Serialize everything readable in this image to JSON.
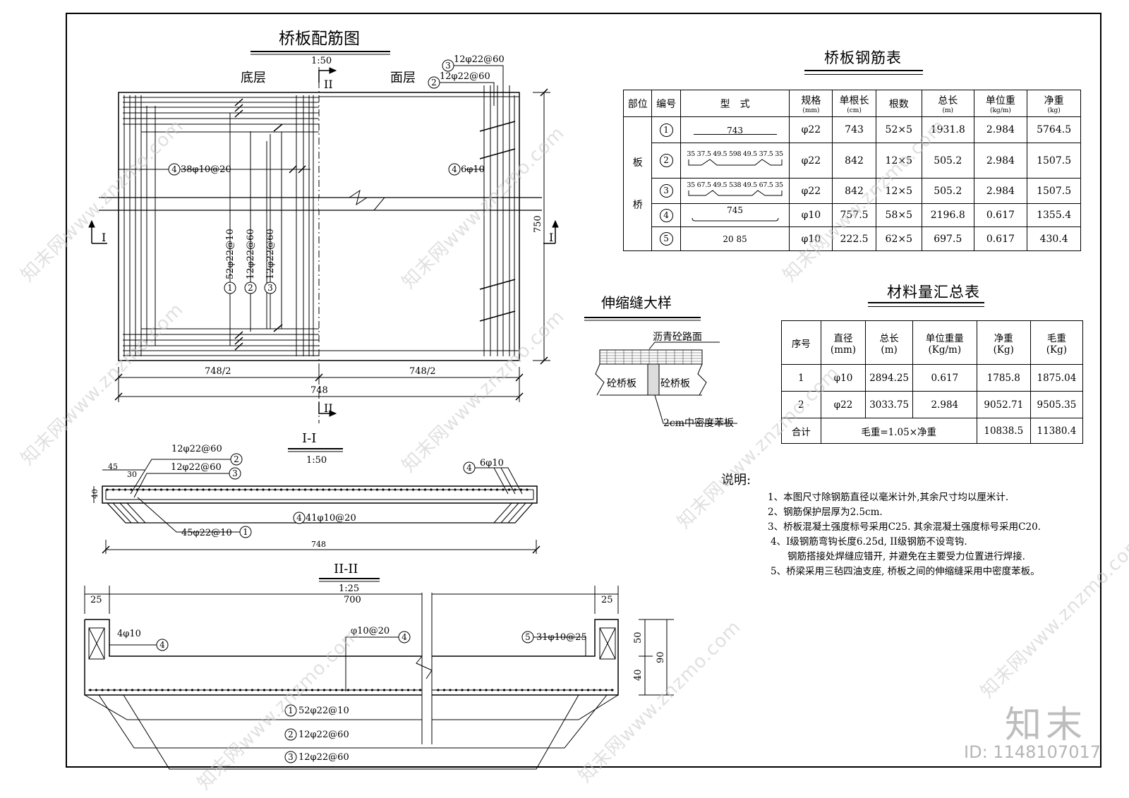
{
  "drawing": {
    "plan": {
      "title": "桥板配筋图",
      "scale": "1:50",
      "bottom_layer": "底层",
      "top_layer": "面层",
      "section_mark_I": "I",
      "section_mark_II": "II",
      "label_a": "12φ22@60",
      "label_b": "12φ22@60",
      "label_c": "38φ10@20",
      "label_d": "6φ10",
      "label_v1": "52φ22@10",
      "label_v2": "12φ22@60",
      "label_v3": "12φ22@60",
      "num1": "1",
      "num2": "2",
      "num3": "3",
      "num4": "4",
      "dim_half_left": "748/2",
      "dim_half_right": "748/2",
      "dim_total": "748",
      "dim_height": "750"
    },
    "section1": {
      "title": "I-I",
      "scale": "1:50",
      "label_top1": "12φ22@60",
      "label_top2": "12φ22@60",
      "label_bot1": "45φ22@10",
      "label_mid": "41φ10@20",
      "label_right": "6φ10",
      "dim_45": "45",
      "dim_30": "30",
      "dim_40": "40",
      "dim_748": "748"
    },
    "section2": {
      "title": "II-II",
      "scale": "1:25",
      "dim_25a": "25",
      "dim_700": "700",
      "dim_25b": "25",
      "dim_50": "50",
      "dim_40": "40",
      "dim_90": "90",
      "label_left": "4φ10",
      "label_mid": "φ10@20",
      "label_right": "31φ10@25",
      "label_b1": "52φ22@10",
      "label_b2": "12φ22@60",
      "label_b3": "12φ22@60"
    },
    "joint": {
      "title": "伸缩缝大样",
      "asphalt": "沥青砼路面",
      "slab_left": "砼桥板",
      "slab_right": "砼桥板",
      "board": "2cm中密度苯板"
    }
  },
  "rebar_table": {
    "title": "桥板钢筋表",
    "headers": [
      "部位",
      "编号",
      "型　式",
      "规格",
      "单根长",
      "根数",
      "总长",
      "单位重",
      "净重"
    ],
    "units": [
      "",
      "",
      "",
      "(mm)",
      "(cm)",
      "",
      "(m)",
      "(kg/m)",
      "(kg)"
    ],
    "part_chars": [
      "板",
      "桥"
    ],
    "rows": [
      {
        "no": "1",
        "shape": "743",
        "spec": "φ22",
        "len": "743",
        "count": "52×5",
        "total": "1931.8",
        "unit_w": "2.984",
        "net": "5764.5"
      },
      {
        "no": "2",
        "shape": "35 37.5 49.5 598 49.5 37.5 35",
        "spec": "φ22",
        "len": "842",
        "count": "12×5",
        "total": "505.2",
        "unit_w": "2.984",
        "net": "1507.5"
      },
      {
        "no": "3",
        "shape": "35 67.5 49.5 538 49.5 67.5 35",
        "spec": "φ22",
        "len": "842",
        "count": "12×5",
        "total": "505.2",
        "unit_w": "2.984",
        "net": "1507.5"
      },
      {
        "no": "4",
        "shape": "745",
        "spec": "φ10",
        "len": "757.5",
        "count": "58×5",
        "total": "2196.8",
        "unit_w": "0.617",
        "net": "1355.4"
      },
      {
        "no": "5",
        "shape": "20 85",
        "spec": "φ10",
        "len": "222.5",
        "count": "62×5",
        "total": "697.5",
        "unit_w": "0.617",
        "net": "430.4"
      }
    ]
  },
  "material_table": {
    "title": "材料量汇总表",
    "headers": [
      "序号",
      "直径\n(mm)",
      "总长\n(m)",
      "单位重量\n(Kg/m)",
      "净重\n(Kg)",
      "毛重\n(Kg)"
    ],
    "rows": [
      {
        "no": "1",
        "dia": "φ10",
        "len": "2894.25",
        "unit_w": "0.617",
        "net": "1785.8",
        "gross": "1875.04"
      },
      {
        "no": "2",
        "dia": "φ22",
        "len": "3033.75",
        "unit_w": "2.984",
        "net": "9052.71",
        "gross": "9505.35"
      }
    ],
    "total_label": "合计",
    "total_formula": "毛重=1.05×净重",
    "total_net": "10838.5",
    "total_gross": "11380.4"
  },
  "notes": {
    "heading": "说明:",
    "items": [
      "1、本图尺寸除钢筋直径以毫米计外,其余尺寸均以厘米计.",
      "2、钢筋保护层厚为2.5cm.",
      "3、桥板混凝土强度标号采用C25. 其余混凝土强度标号采用C20.",
      "4、I级钢筋弯钩长度6.25d, II级钢筋不设弯钩.",
      "钢筋搭接处焊缝应错开, 并避免在主要受力位置进行焊接.",
      "5、桥梁采用三毡四油支座, 桥板之间的伸缩缝采用中密度苯板。"
    ]
  },
  "watermark": {
    "text": "知末网www.znzmo.com",
    "brand": "知末",
    "id": "ID: 1148107017"
  }
}
